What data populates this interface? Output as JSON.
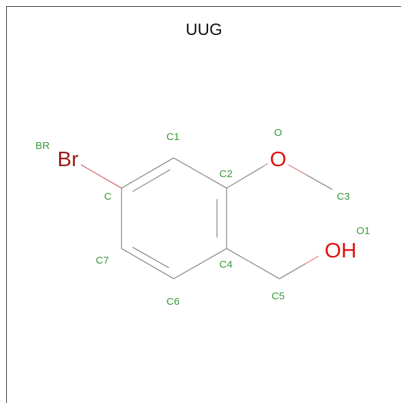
{
  "title": "UUG",
  "colors": {
    "atom_label": "#3a9a3a",
    "bromine": "#9b1c1c",
    "oxygen": "#e01010",
    "bond": "#8a8a8a"
  },
  "elements": {
    "br": "Br",
    "o_methoxy": "O",
    "oh": "OH"
  },
  "atom_labels": {
    "br": "BR",
    "c": "C",
    "c1": "C1",
    "c2": "C2",
    "c3": "C3",
    "c4": "C4",
    "c5": "C5",
    "c6": "C6",
    "c7": "C7",
    "o": "O",
    "o1": "O1"
  }
}
